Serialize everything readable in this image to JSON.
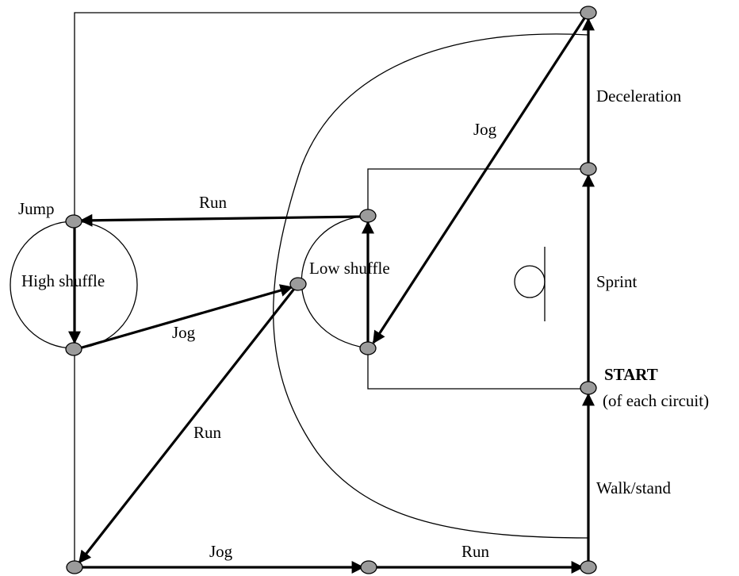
{
  "labels": {
    "deceleration": "Deceleration",
    "jog_diag_top": "Jog",
    "run_top": "Run",
    "jump": "Jump",
    "high_shuffle": "High shuffle",
    "low_shuffle": "Low shuffle",
    "jog_mid": "Jog",
    "sprint": "Sprint",
    "start": "START",
    "start_sub": "(of each circuit)",
    "run_diag": "Run",
    "walk_stand": "Walk/stand",
    "jog_bottom": "Jog",
    "run_bottom": "Run"
  },
  "colors": {
    "node_fill": "#9b9b9b",
    "line": "#000000",
    "background": "#ffffff"
  }
}
